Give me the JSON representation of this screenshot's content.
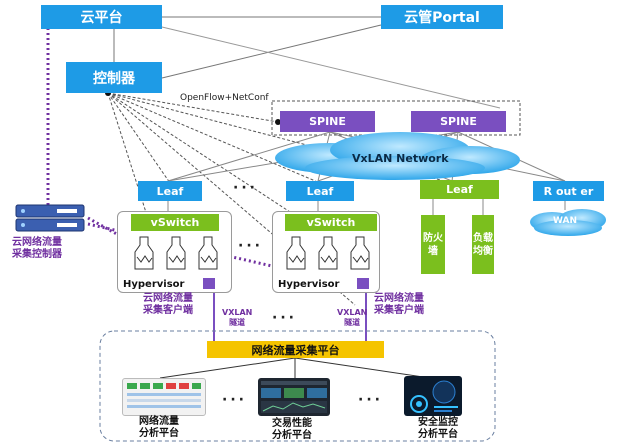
{
  "top": {
    "cloud_platform": "云平台",
    "cloud_portal": "云管Portal"
  },
  "controller": {
    "label": "控制器",
    "protocol": "OpenFlow+NetConf"
  },
  "fabric": {
    "spines": [
      "SPINE",
      "SPINE"
    ],
    "network_label": "VxLAN Network",
    "leaves": [
      "Leaf",
      "Leaf",
      "Leaf"
    ],
    "router": "R out er",
    "wan": "WAN",
    "ellipsis": "···"
  },
  "hosts": {
    "vswitch": "vSwitch",
    "hypervisor": "Hypervisor",
    "client_label": "云网络流量\n采集客户端",
    "tunnel_label": "VXLAN\n隧道"
  },
  "appliances": {
    "firewall": "防火\n墙",
    "load_balancer": "负载\n均衡"
  },
  "collector": {
    "label": "云网络流量\n采集控制器"
  },
  "collection_platform": {
    "label": "网络流量采集平台"
  },
  "analytics": [
    {
      "label": "网络流量\n分析平台"
    },
    {
      "label": "交易性能\n分析平台"
    },
    {
      "label": "安全监控\n分析平台"
    }
  ],
  "colors": {
    "blue": "#1e9be6",
    "purple": "#7a4fc0",
    "green": "#7bbf1e",
    "yellow": "#f5c400",
    "dotted": "#7030a0"
  }
}
